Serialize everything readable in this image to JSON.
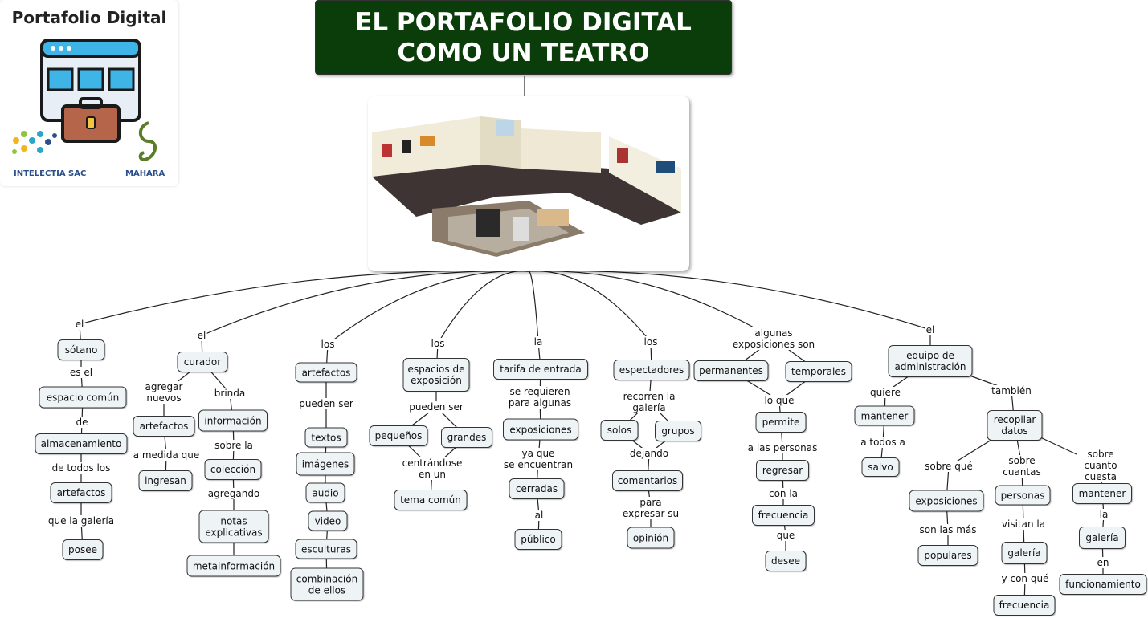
{
  "logo": {
    "title": "Portafolio Digital",
    "left_brand": "INTELECTIA SAC",
    "right_brand": "MAHARA"
  },
  "title": "EL PORTAFOLIO DIGITAL\nCOMO UN TEATRO",
  "colors": {
    "title_bg": "#0b3d0b",
    "concept_bg": "#eef3f5"
  },
  "branches": [
    {
      "items": [
        "el",
        "sótano",
        "es el",
        "espacio común",
        "de",
        "almacenamiento",
        "de todos los",
        "artefactos",
        "que la galería",
        "posee"
      ]
    },
    {
      "items": [
        "el",
        "curador",
        "agregar\nnuevos",
        "brinda",
        "artefactos",
        "información",
        "a medida que",
        "sobre la",
        "ingresan",
        "colección",
        "agregando",
        "notas\nexplicativas",
        "metainformación"
      ]
    },
    {
      "items": [
        "los",
        "artefactos",
        "pueden ser",
        "textos",
        "imágenes",
        "audio",
        "video",
        "esculturas",
        "combinación\nde ellos"
      ]
    },
    {
      "items": [
        "los",
        "espacios de\nexposición",
        "pueden ser",
        "pequeños",
        "grandes",
        "centrándose\nen un",
        "tema común"
      ]
    },
    {
      "items": [
        "la",
        "tarifa de entrada",
        "se requieren\npara algunas",
        "exposiciones",
        "ya que\nse encuentran",
        "cerradas",
        "al",
        "público"
      ]
    },
    {
      "items": [
        "los",
        "espectadores",
        "recorren la\ngalería",
        "solos",
        "grupos",
        "dejando",
        "comentarios",
        "para\nexpresar su",
        "opinión"
      ]
    },
    {
      "items": [
        "algunas\nexposiciones son",
        "permanentes",
        "temporales",
        "lo que",
        "permite",
        "a las personas",
        "regresar",
        "con la",
        "frecuencia",
        "que",
        "desee"
      ]
    },
    {
      "items": [
        "el",
        "equipo de\nadministración",
        "quiere",
        "también",
        "mantener",
        "a todos a",
        "salvo",
        "recopilar\ndatos",
        "sobre qué",
        "exposiciones",
        "son las más",
        "populares",
        "sobre\ncuantas",
        "personas",
        "visitan la",
        "galería",
        "y con qué",
        "frecuencia",
        "sobre\ncuanto cuesta",
        "mantener",
        "la",
        "galería",
        "en",
        "funcionamiento"
      ]
    }
  ]
}
